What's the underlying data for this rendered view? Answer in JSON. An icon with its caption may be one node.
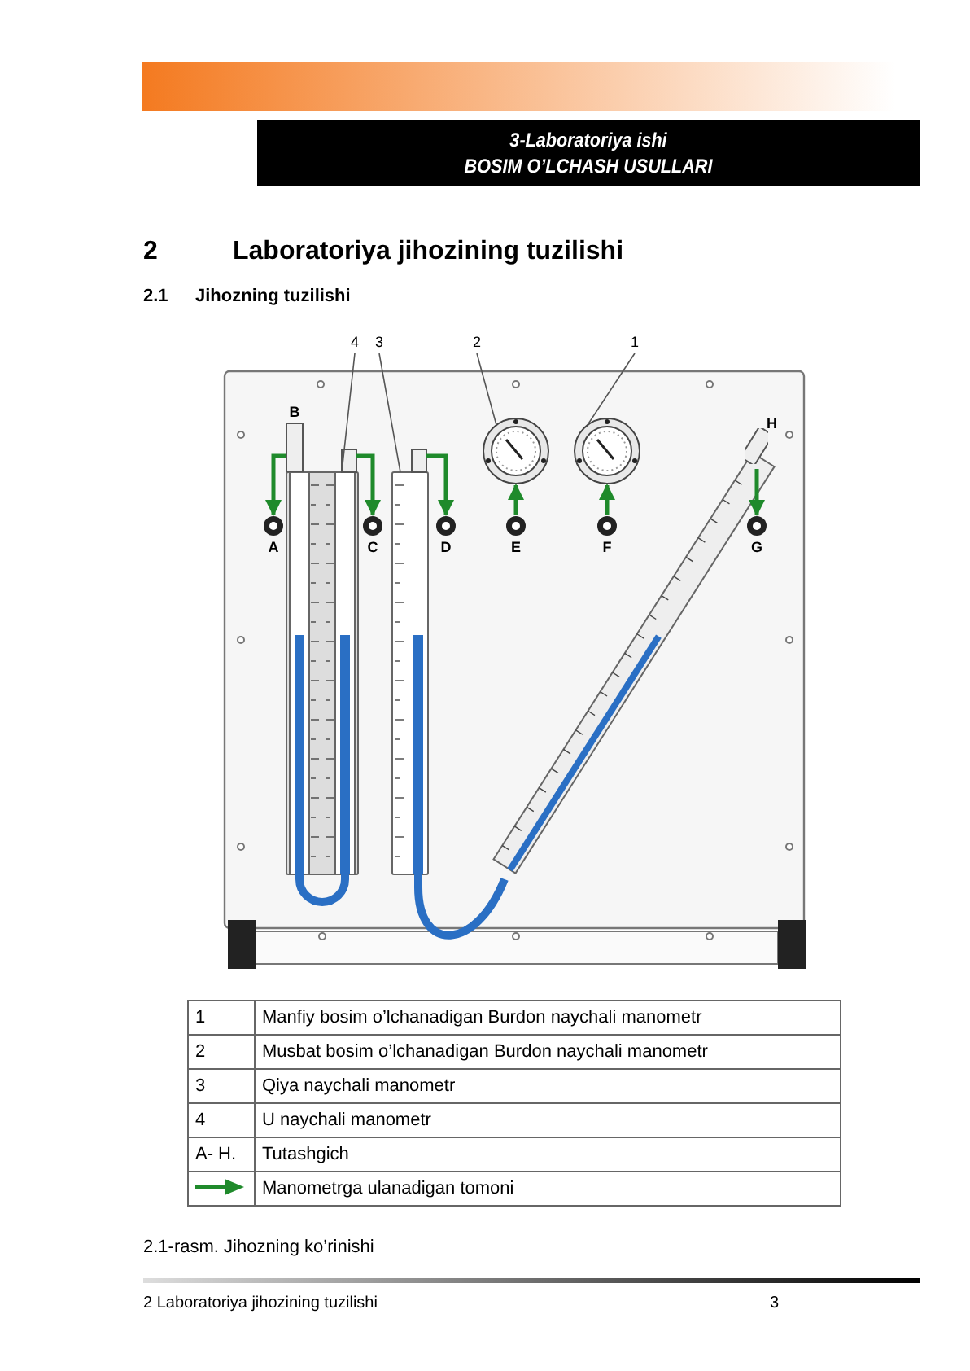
{
  "diagram": {
    "caption": "2.1-rasm. Jihozning ko’rinishi",
    "nodes": [
      {
        "text": [
          "4"
        ]
      },
      {
        "text": [
          "3"
        ]
      },
      {
        "text": [
          "2"
        ]
      },
      {
        "text": [
          "1"
        ]
      },
      {
        "text": [],
        "shape": "tube"
      },
      {
        "text": [],
        "shape": "tube"
      },
      {
        "text": [],
        "shape": "circle"
      },
      {
        "text": [],
        "shape": "circle"
      },
      {
        "text": [
          "B"
        ]
      },
      {
        "text": [],
        "shape": "box"
      },
      {
        "text": [],
        "shape": "box"
      },
      {
        "text": [
          "H"
        ]
      },
      {
        "text": [
          "A"
        ]
      },
      {
        "text": [
          "C"
        ]
      },
      {
        "text": [
          "D"
        ]
      },
      {
        "text": [
          "E"
        ]
      },
      {
        "text": [
          "F"
        ]
      },
      {
        "text": [
          "G"
        ]
      }
    ],
    "edges": [
      {
        "from": 0,
        "to": 4,
        "arrow": "none",
        "color": "#555555"
      },
      {
        "from": 1,
        "to": 5,
        "arrow": "none",
        "color": "#555555"
      },
      {
        "from": 2,
        "to": 6,
        "arrow": "none",
        "color": "#555555"
      },
      {
        "from": 3,
        "to": 7,
        "arrow": "none",
        "color": "#555555"
      },
      {
        "from": 8,
        "to": 12,
        "arrow": "to"
      },
      {
        "from": 9,
        "to": 13,
        "arrow": "to"
      },
      {
        "from": 10,
        "to": 14,
        "arrow": "to"
      },
      {
        "from": 15,
        "to": 6,
        "arrow": "to"
      },
      {
        "from": 16,
        "to": 7,
        "arrow": "to"
      },
      {
        "from": 11,
        "to": 17,
        "arrow": "to"
      }
    ],
    "labels": [
      "3-Laboratoriya ishi",
      "BOSIM O’LCHASH USULLARI",
      "2",
      "Laboratoriya jihozining tuzilishi",
      "2.1",
      "Jihozning tuzilishi",
      "1",
      "Manfiy bosim o’lchanadigan Burdon naychali manometr",
      "2",
      "Musbat bosim o’lchanadigan Burdon naychali manometr",
      "3",
      "Qiya naychali manometr",
      "4",
      "U naychali manometr",
      "A- H.",
      "Tutashgich",
      "Manometrga ulanadigan tomoni",
      "2 Laboratoriya jihozining tuzilishi",
      "3"
    ]
  }
}
